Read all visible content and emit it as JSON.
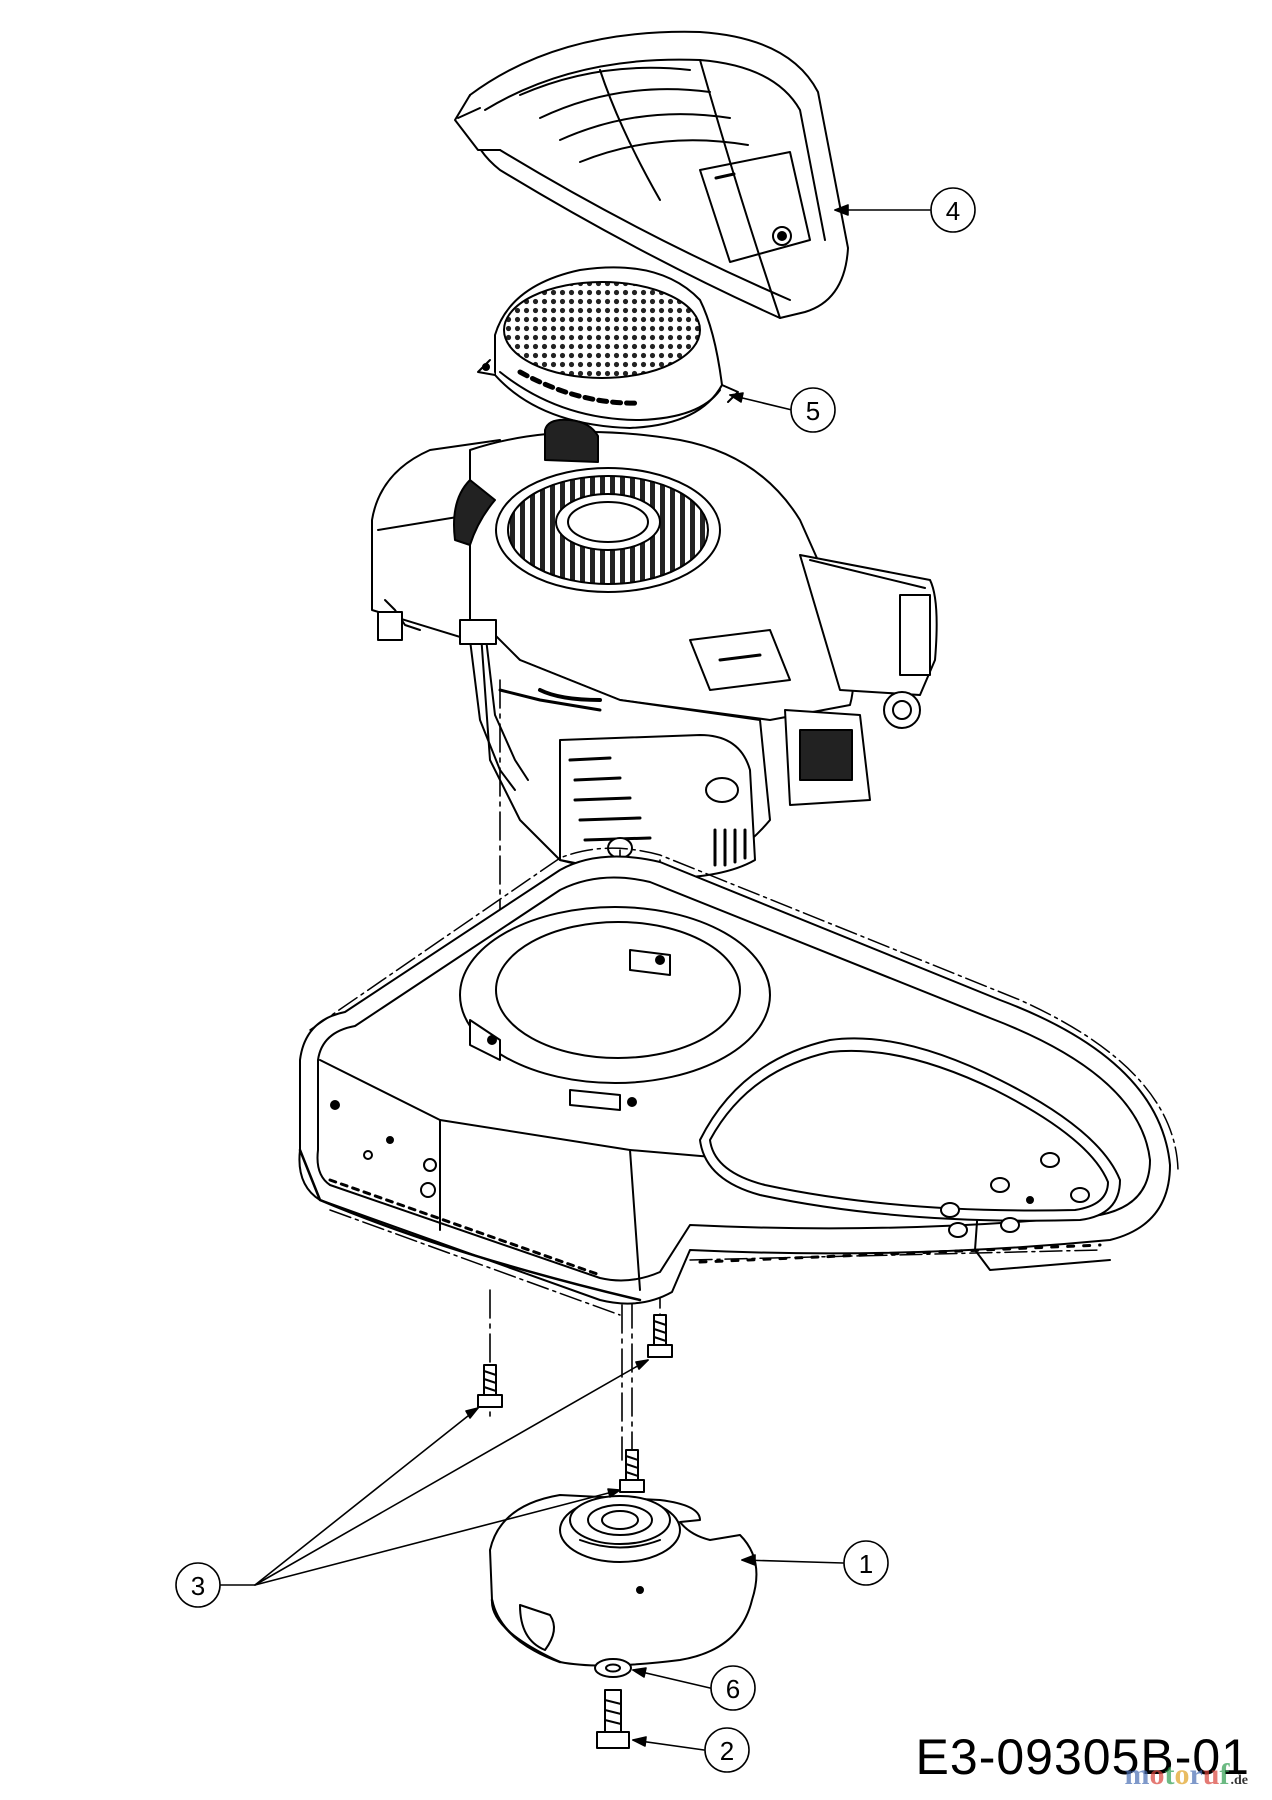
{
  "diagram": {
    "drawing_number": "E3-09305B-01",
    "watermark": {
      "name": "motoruf",
      "tld": ".de",
      "letter_colors": [
        "#4a6fb5",
        "#d9423a",
        "#2f9e4f",
        "#e0a020",
        "#4a6fb5",
        "#d9423a",
        "#2f9e4f"
      ]
    },
    "callouts": [
      {
        "id": "1",
        "label": "1",
        "part": "blade-adapter-plate"
      },
      {
        "id": "2",
        "label": "2",
        "part": "center-bolt"
      },
      {
        "id": "3",
        "label": "3",
        "part": "mounting-bolts"
      },
      {
        "id": "4",
        "label": "4",
        "part": "engine-top-cover"
      },
      {
        "id": "5",
        "label": "5",
        "part": "recoil-starter-screen"
      },
      {
        "id": "6",
        "label": "6",
        "part": "washer"
      }
    ]
  }
}
